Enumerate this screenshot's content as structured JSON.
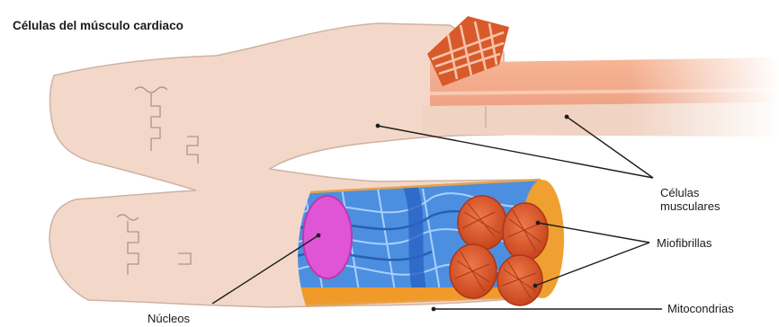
{
  "title": "Células del músculo cardiaco",
  "labels": {
    "celulas_line1": "Células",
    "celulas_line2": "musculares",
    "miofibrillas": "Miofibrillas",
    "mitocondrias": "Mitocondrias",
    "nucleos": "Núcleos"
  },
  "colors": {
    "cell": "#f3d8c9",
    "cell_outline": "#cfb2a2",
    "fiber": "#f2aa88",
    "sarcomere": "#d85a2b",
    "myofibril": "#d9532a",
    "reticulum": "#3f7fd6",
    "nucleus": "#e054d6",
    "mitochondria": "#f09a2a"
  }
}
